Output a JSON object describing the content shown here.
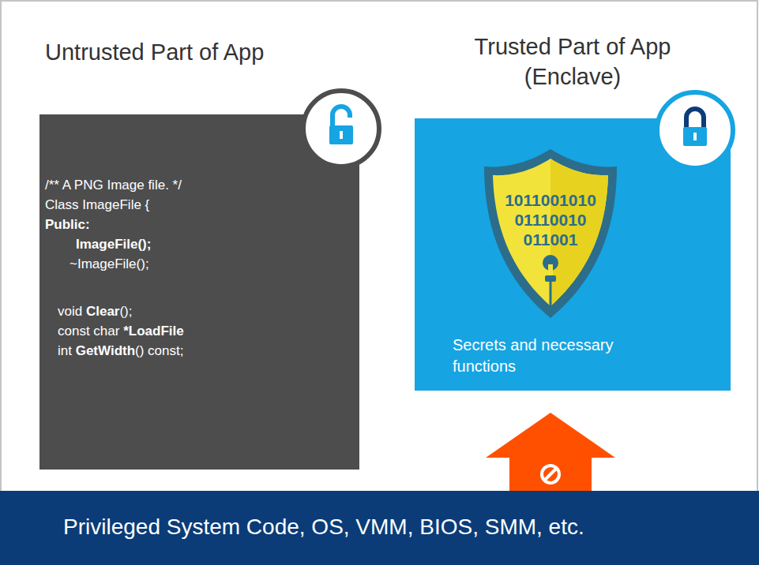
{
  "diagram": {
    "nodes": [
      {
        "text": [
          "Untrusted Part of App",
          "/** A PNG Image file. */",
          "Class ImageFile {",
          "Public:",
          "ImageFile();",
          "~ImageFile();",
          "void Clear();",
          "const char *LoadFile",
          "int GetWidth() const;"
        ]
      },
      {
        "text": [
          "Trusted Part of App (Enclave)",
          "Secrets and necessary functions"
        ]
      },
      {
        "text": [
          "Privileged System Code, OS, VMM, BIOS, SMM, etc."
        ]
      }
    ],
    "edges": [
      {
        "from": 2,
        "to": 1,
        "arrow": "to"
      }
    ],
    "labels": [
      "1011001010",
      "01110010",
      "011001"
    ]
  }
}
